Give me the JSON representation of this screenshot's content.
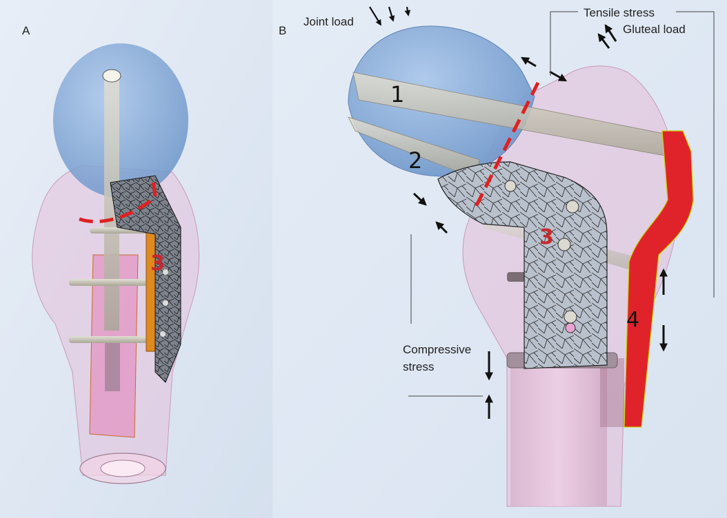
{
  "panels": {
    "a": {
      "letter": "A"
    },
    "b": {
      "letter": "B"
    }
  },
  "labels": {
    "joint_load": "Joint load",
    "tensile_stress": "Tensile stress",
    "gluteal_load": "Gluteal load",
    "compressive_stress_line1": "Compressive",
    "compressive_stress_line2": "stress"
  },
  "component_numbers": {
    "screw_1": "1",
    "screw_2": "2",
    "plate_a": "3",
    "plate_b": "3",
    "lateral_plate": "4"
  },
  "colors": {
    "background": "#dfe8f3",
    "femoral_head": "#7ea7d6",
    "bone_pink": "#e6b7d6",
    "osteotomy_line": "#e02020",
    "plate_mesh": "#b8c0cc",
    "lateral_plate": "#e0232a",
    "strut_plate": "#e08a1e",
    "screw": "#c9c6bc"
  }
}
